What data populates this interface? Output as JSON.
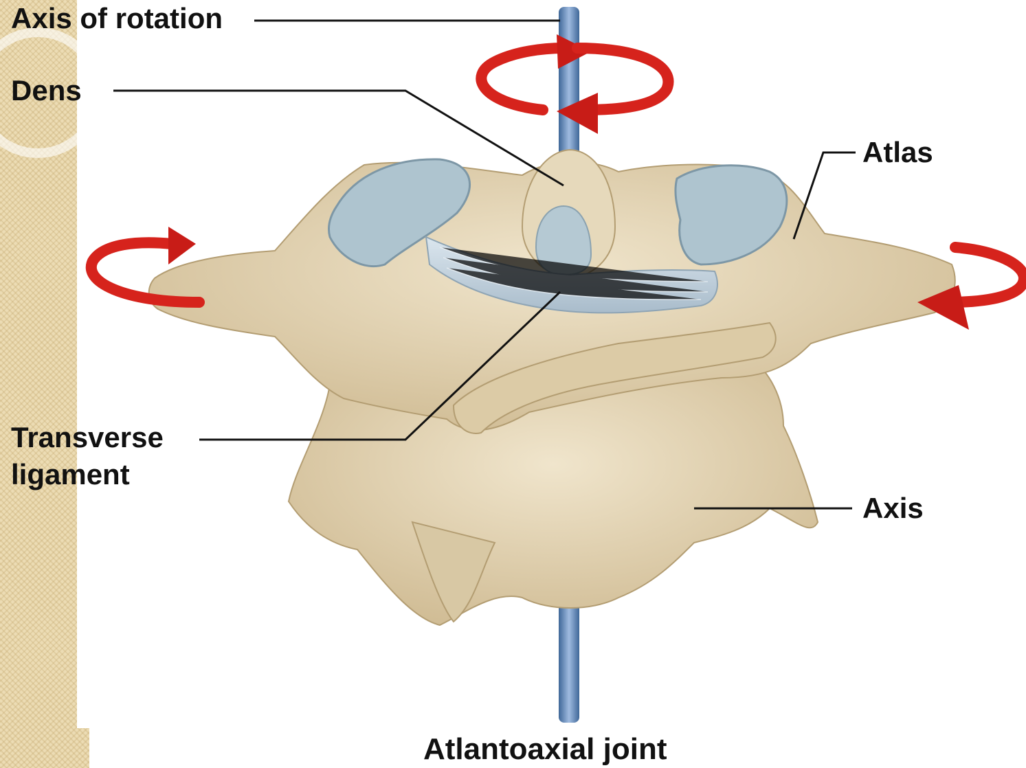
{
  "diagram": {
    "labels": {
      "axis_of_rotation": "Axis of rotation",
      "dens": "Dens",
      "atlas": "Atlas",
      "transverse_ligament_line1": "Transverse",
      "transverse_ligament_line2": "ligament",
      "axis": "Axis"
    },
    "caption": "Atlantoaxial joint",
    "colors": {
      "bone": "#e3d4b2",
      "bone_shadow": "#bfa97f",
      "cartilage": "#a9c0cc",
      "ligament": "#c9d8e4",
      "rotation_rod": "#6f93c2",
      "arrow_red": "#d6231c",
      "leader_line": "#111111",
      "side_strip": "#ecdcb4"
    },
    "icons": [
      "rotation-arrow-icon"
    ]
  }
}
